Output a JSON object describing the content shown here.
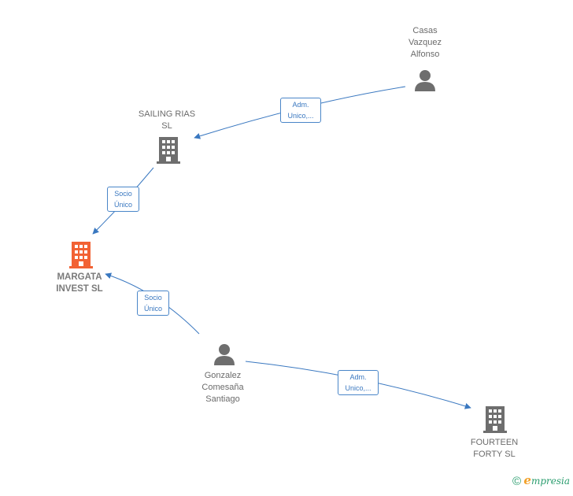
{
  "nodes": {
    "casas": {
      "label": "Casas\nVazquez\nAlfonso",
      "type": "person"
    },
    "sailing": {
      "label": "SAILING RIAS\nSL",
      "type": "company"
    },
    "margata": {
      "label": "MARGATA\nINVEST  SL",
      "type": "company",
      "focus": true
    },
    "gonzalez": {
      "label": "Gonzalez\nComesaña\nSantiago",
      "type": "person"
    },
    "fourteen": {
      "label": "FOURTEEN\nFORTY  SL",
      "type": "company"
    }
  },
  "edges": {
    "casas_sailing": {
      "label": "Adm.\nUnico,..."
    },
    "sailing_margata": {
      "label": "Socio\nÚnico"
    },
    "gonzalez_margata": {
      "label": "Socio\nÚnico"
    },
    "gonzalez_fourteen": {
      "label": "Adm.\nUnico,..."
    }
  },
  "footer": {
    "copyright_symbol": "©",
    "brand_initial": "e",
    "brand_rest": "mpresia"
  },
  "colors": {
    "edge": "#3a78c0",
    "node": "#6b6b6b",
    "focus": "#f26234"
  }
}
